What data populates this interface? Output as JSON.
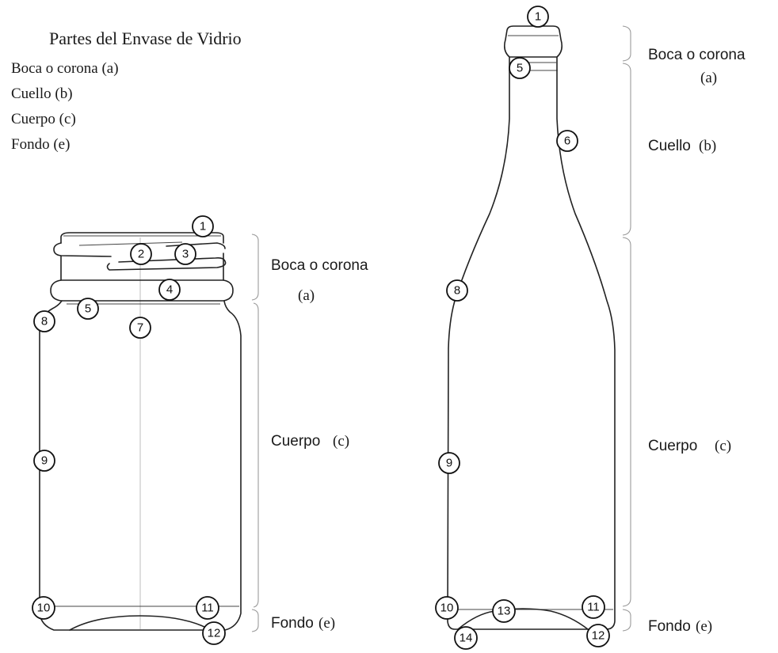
{
  "legend": {
    "title": "Partes del Envase de Vidrio",
    "items": [
      "Boca o corona (a)",
      "Cuello (b)",
      "Cuerpo (c)",
      "Fondo (e)"
    ]
  },
  "jar": {
    "sections": {
      "mouth_name": "Boca o corona",
      "mouth_letter": "(a)",
      "body_name": "Cuerpo",
      "body_letter": "(c)",
      "base_name": "Fondo",
      "base_letter": "(e)"
    },
    "markers": [
      "1",
      "2",
      "3",
      "4",
      "5",
      "7",
      "8",
      "9",
      "10",
      "11",
      "12"
    ]
  },
  "bottle": {
    "sections": {
      "mouth_name": "Boca o corona",
      "mouth_letter": "(a)",
      "neck_name": "Cuello",
      "neck_letter": "(b)",
      "body_name": "Cuerpo",
      "body_letter": "(c)",
      "base_name": "Fondo",
      "base_letter": "(e)"
    },
    "markers": [
      "1",
      "5",
      "6",
      "8",
      "9",
      "10",
      "11",
      "12",
      "13",
      "14"
    ]
  }
}
